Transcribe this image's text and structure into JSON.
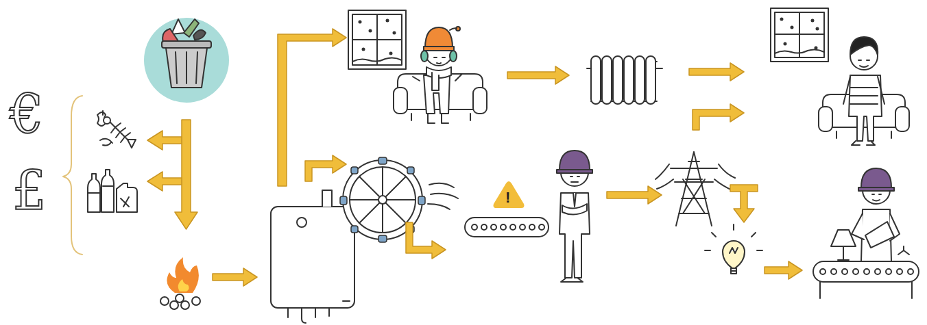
{
  "diagram": {
    "labels": [
      "€",
      "£",
      "!"
    ]
  }
}
